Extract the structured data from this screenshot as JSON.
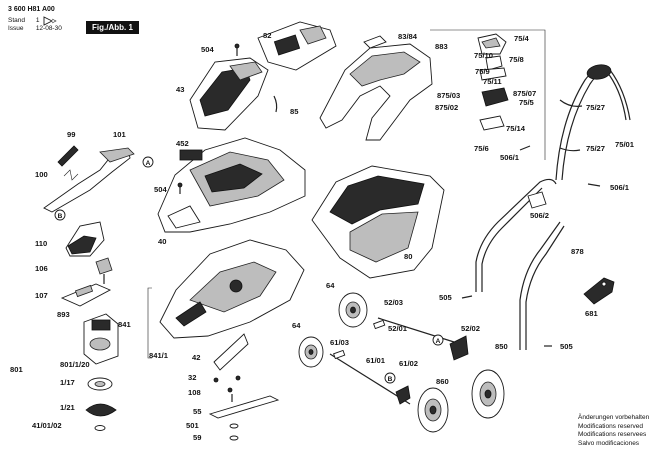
{
  "header": {
    "document_id": "3 600 H81 A00",
    "stand_label": "Stand",
    "stand_value": "1",
    "issue_label": "Issue",
    "issue_value": "12-08-30",
    "figure_label": "Fig./Abb. 1"
  },
  "footer": {
    "lines": [
      "Änderungen vorbehalten",
      "Modifications reserved",
      "Modifications reservees",
      "Salvo modificaciones"
    ]
  },
  "callouts": {
    "a": "A",
    "b": "B"
  },
  "part_labels": [
    "82",
    "504",
    "43",
    "85",
    "452",
    "504",
    "40",
    "83/84",
    "883",
    "80",
    "75/4",
    "75/10",
    "75/8",
    "75/9",
    "75/11",
    "875/03",
    "875/07",
    "875/02",
    "75/5",
    "75/14",
    "75/6",
    "506/1",
    "75/27",
    "75/27",
    "75/01",
    "506/1",
    "506/2",
    "878",
    "99",
    "101",
    "100",
    "110",
    "106",
    "107",
    "893",
    "801",
    "801/1/20",
    "1/17",
    "1/21",
    "41/01/02",
    "841",
    "841/1",
    "42",
    "32",
    "108",
    "55",
    "501",
    "59",
    "64",
    "64",
    "61/03",
    "52/03",
    "52/01",
    "52/02",
    "61/01",
    "61/02",
    "860",
    "850",
    "505",
    "505",
    "681"
  ]
}
